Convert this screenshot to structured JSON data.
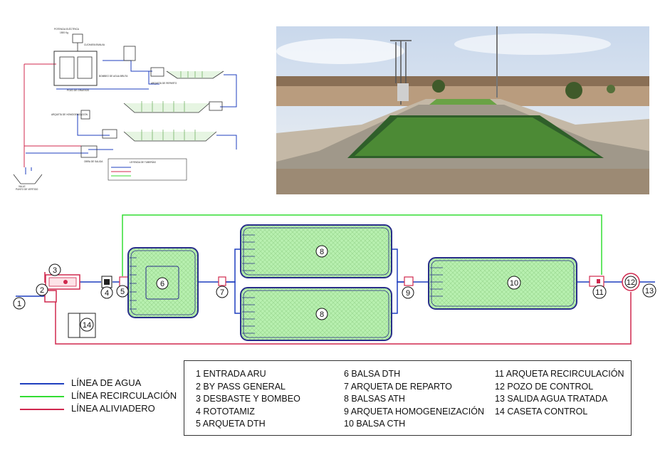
{
  "thumbnail": {
    "labels": {
      "power": "POTENCIA ELÉCTRICA",
      "power_value": "1500 Kg",
      "bucket": "CUCHARA BIVALVA",
      "pit": "POZO DE GRUESOS",
      "pumping": "BOMBEO DE AGUA BRUTA",
      "distribution": "ARQUETA DE REPARTO",
      "homog": "ARQUETA DE HOMOGENIZACIÓN",
      "outlet": "OBRA DE SALIDA",
      "valley": "VALLE",
      "discharge": "PUNTO DE VERTIDO",
      "legend_title": "LEYENDA DE TUBERÍAS"
    }
  },
  "diagram": {
    "colors": {
      "water": "#1f3fbf",
      "recirc": "#33dd33",
      "overflow": "#d0284e",
      "pond_fill": "#b8f0b0",
      "pond_border": "#2a2f8a"
    },
    "labels": {
      "n1": "1",
      "n2": "2",
      "n3": "3",
      "n4": "4",
      "n5": "5",
      "n6": "6",
      "n7": "7",
      "n8a": "8",
      "n8b": "8",
      "n9": "9",
      "n10": "10",
      "n11": "11",
      "n12": "12",
      "n13": "13",
      "n14": "14"
    }
  },
  "legend_lines": [
    {
      "label": "LÍNEA DE AGUA",
      "color": "#1f3fbf"
    },
    {
      "label": "LÍNEA RECIRCULACIÓN",
      "color": "#33dd33"
    },
    {
      "label": "LÍNEA ALIVIADERO",
      "color": "#d0284e"
    }
  ],
  "legend_items": {
    "col1": [
      "1  ENTRADA ARU",
      "2  BY PASS GENERAL",
      "3  DESBASTE Y BOMBEO",
      "4  ROTOTAMIZ",
      "5  ARQUETA DTH"
    ],
    "col2": [
      "6  BALSA DTH",
      "7  ARQUETA DE REPARTO",
      "8  BALSAS ATH",
      "9  ARQUETA HOMOGENEIZACIÓN",
      "10  BALSA CTH"
    ],
    "col3": [
      "11  ARQUETA RECIRCULACIÓN",
      "12  POZO DE CONTROL",
      "13  SALIDA AGUA TRATADA",
      "14  CASETA CONTROL"
    ]
  }
}
